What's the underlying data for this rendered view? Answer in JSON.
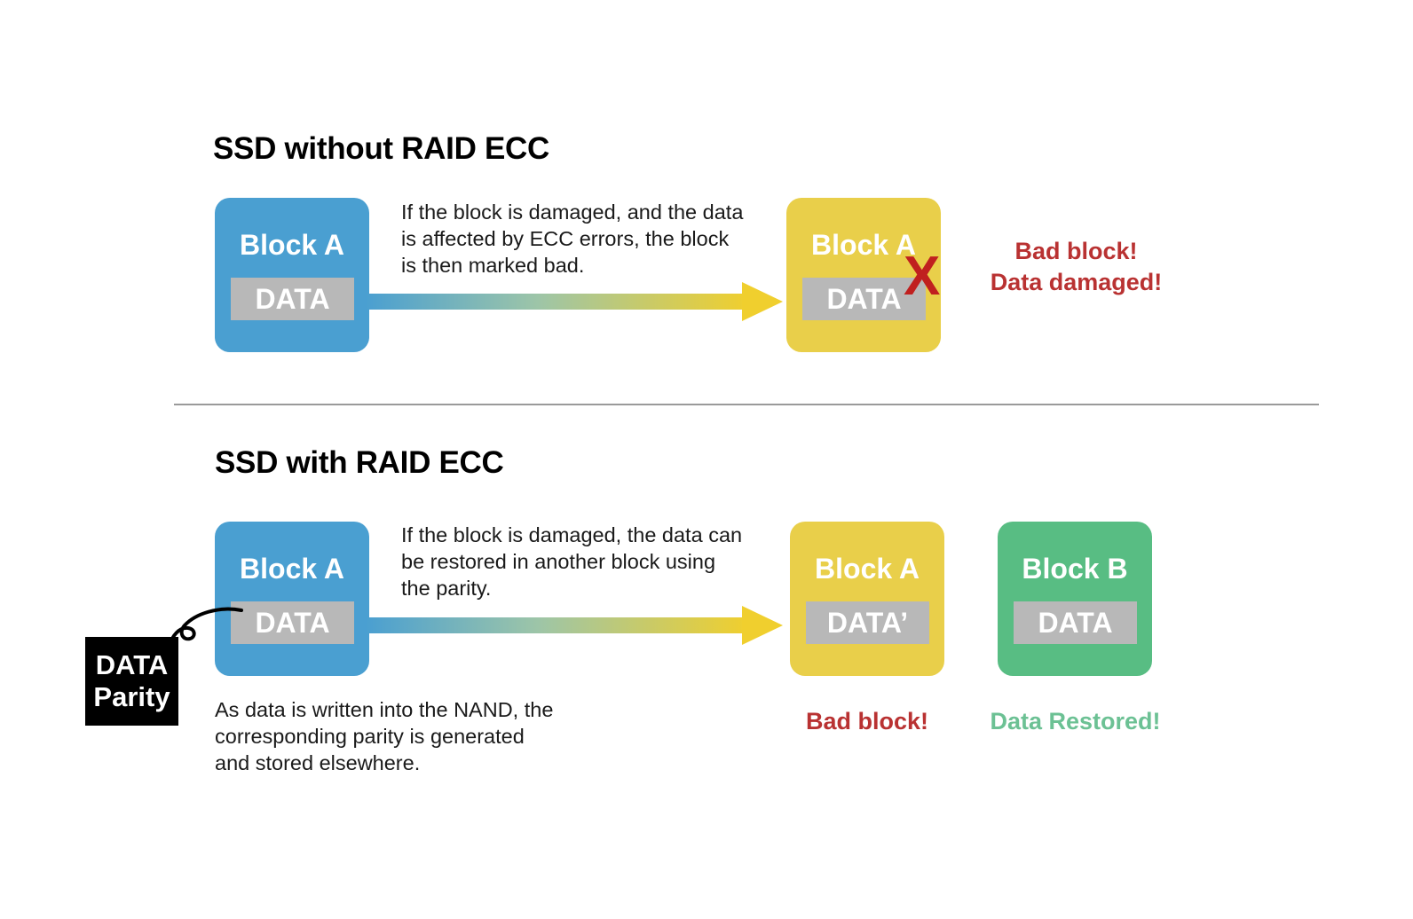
{
  "sections": [
    {
      "id": "without-raid-ecc",
      "title": "SSD without RAID ECC",
      "description": "If the block is damaged, and the data\nis affected by ECC errors, the block\nis then marked bad.",
      "source_block": {
        "title": "Block A",
        "data_label": "DATA",
        "color": "#4a9fd1"
      },
      "result_blocks": [
        {
          "title": "Block A",
          "data_label": "DATA",
          "color": "#e9cf4a"
        }
      ],
      "error_mark": "X",
      "error_mark_color": "#c0201f",
      "status": [
        {
          "text": "Bad block!\nData damaged!",
          "color": "#b93232"
        }
      ]
    },
    {
      "id": "with-raid-ecc",
      "title": "SSD with RAID ECC",
      "description": "If the block is damaged, the data can\nbe restored in another block using\nthe parity.",
      "note": "As data is written into the NAND, the\ncorresponding parity is generated\nand stored elsewhere.",
      "source_block": {
        "title": "Block A",
        "data_label": "DATA",
        "color": "#4a9fd1"
      },
      "callout": {
        "line1": "DATA",
        "line2": "Parity",
        "background": "#000000"
      },
      "result_blocks": [
        {
          "title": "Block A",
          "data_label": "DATA’",
          "color": "#e9cf4a"
        },
        {
          "title": "Block B",
          "data_label": "DATA",
          "color": "#58bd83"
        }
      ],
      "status": [
        {
          "text": "Bad block!",
          "color": "#b93232"
        },
        {
          "text": "Data Restored!",
          "color": "#6cc194"
        }
      ]
    }
  ],
  "palette": {
    "blue": "#4a9fd1",
    "yellow": "#e9cf4a",
    "green": "#58bd83",
    "data_bar_gray": "#b8b8b8",
    "divider_gray": "#9a9a9a",
    "red": "#b93232",
    "x_red": "#c0201f",
    "restored_green": "#6cc194",
    "text_black": "#1a1a1a",
    "background": "#ffffff"
  },
  "arrows": {
    "gradient_from": "#4a9fd1",
    "gradient_to": "#f0cf2e",
    "label": "data-flow-arrow"
  }
}
